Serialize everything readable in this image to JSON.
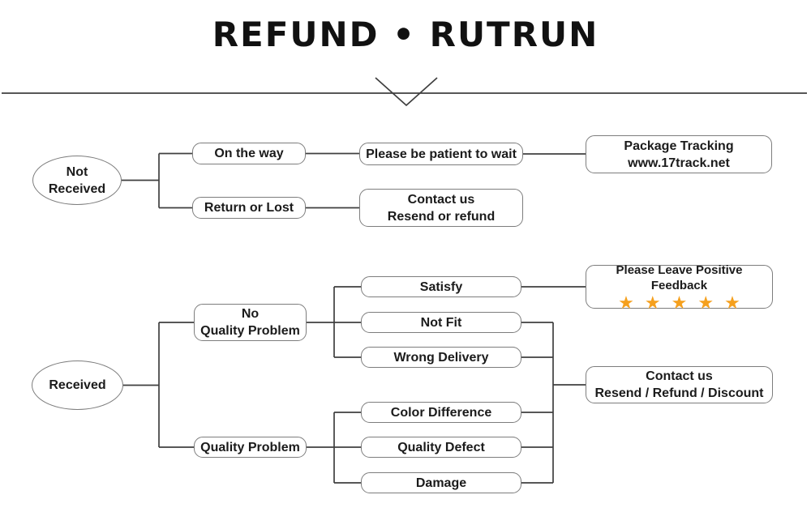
{
  "title": "REFUND • RUTRUN",
  "colors": {
    "star": "#F5A01E",
    "line": "#3f3f3f",
    "box_border": "#7d7d7d"
  },
  "not_received_flow": {
    "root": "Not\nReceived",
    "on_the_way": "On the way",
    "return_or_lost": "Return or Lost",
    "be_patient": "Please be patient to wait",
    "package_tracking": "Package Tracking\nwww.17track.net",
    "contact_resend_refund": "Contact us\nResend or refund"
  },
  "received_flow": {
    "root": "Received",
    "no_quality_problem": "No\nQuality Problem",
    "quality_problem": "Quality Problem",
    "satisfy": "Satisfy",
    "not_fit": "Not Fit",
    "wrong_delivery": "Wrong Delivery",
    "color_difference": "Color Difference",
    "quality_defect": "Quality Defect",
    "damage": "Damage",
    "feedback_label": "Please Leave Positive Feedback",
    "star": "★",
    "star_count": 5,
    "contact_resend_refund_discount": "Contact us\nResend / Refund / Discount"
  }
}
